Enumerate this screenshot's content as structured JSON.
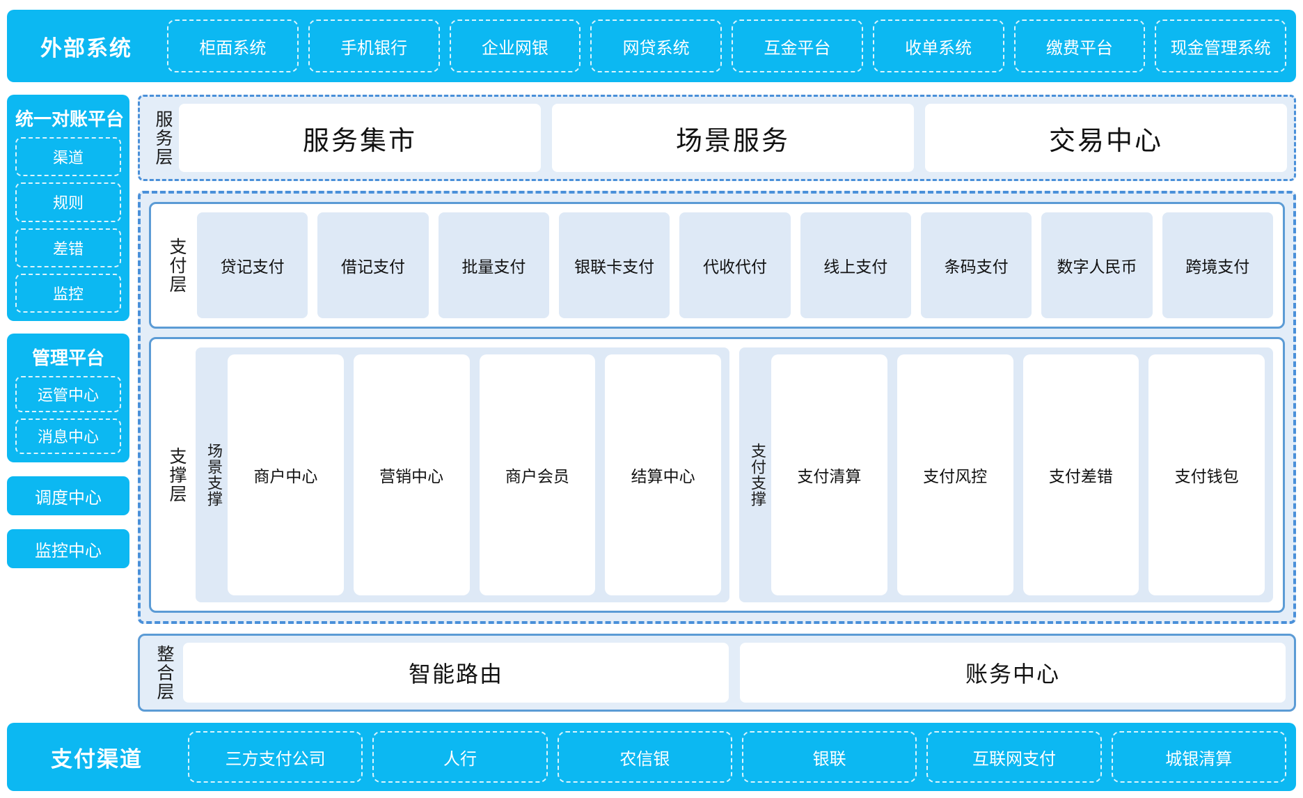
{
  "external_systems": {
    "title": "外部系统",
    "items": [
      "柜面系统",
      "手机银行",
      "企业网银",
      "网贷系统",
      "互金平台",
      "收单系统",
      "缴费平台",
      "现金管理系统"
    ]
  },
  "sidebar": {
    "reconciliation": {
      "title": "统一对账平台",
      "items": [
        "渠道",
        "规则",
        "差错",
        "监控"
      ]
    },
    "management": {
      "title": "管理平台",
      "items": [
        "运管中心",
        "消息中心"
      ]
    },
    "standalone": [
      "调度中心",
      "监控中心"
    ]
  },
  "service_layer": {
    "label": "服务层",
    "cards": [
      "服务集市",
      "场景服务",
      "交易中心"
    ]
  },
  "pay_layer": {
    "label": "支付层",
    "tiles": [
      "贷记支付",
      "借记支付",
      "批量支付",
      "银联卡支付",
      "代收代付",
      "线上支付",
      "条码支付",
      "数字人民币",
      "跨境支付"
    ]
  },
  "support_layer": {
    "label": "支撑层",
    "groups": [
      {
        "label": "场景支撑",
        "cards": [
          "商户中心",
          "营销中心",
          "商户会员",
          "结算中心"
        ]
      },
      {
        "label": "支付支撑",
        "cards": [
          "支付清算",
          "支付风控",
          "支付差错",
          "支付钱包"
        ]
      }
    ]
  },
  "integration_layer": {
    "label": "整合层",
    "cards": [
      "智能路由",
      "账务中心"
    ]
  },
  "payment_channels": {
    "title": "支付渠道",
    "items": [
      "三方支付公司",
      "人行",
      "农信银",
      "银联",
      "互联网支付",
      "城银清算"
    ]
  },
  "colors": {
    "brand_blue": "#0CB8F2",
    "panel_blue": "#E3EDF8",
    "tile_blue": "#DEE9F6",
    "border_blue": "#5B9BD5",
    "dashed_blue": "#4A90D9"
  }
}
